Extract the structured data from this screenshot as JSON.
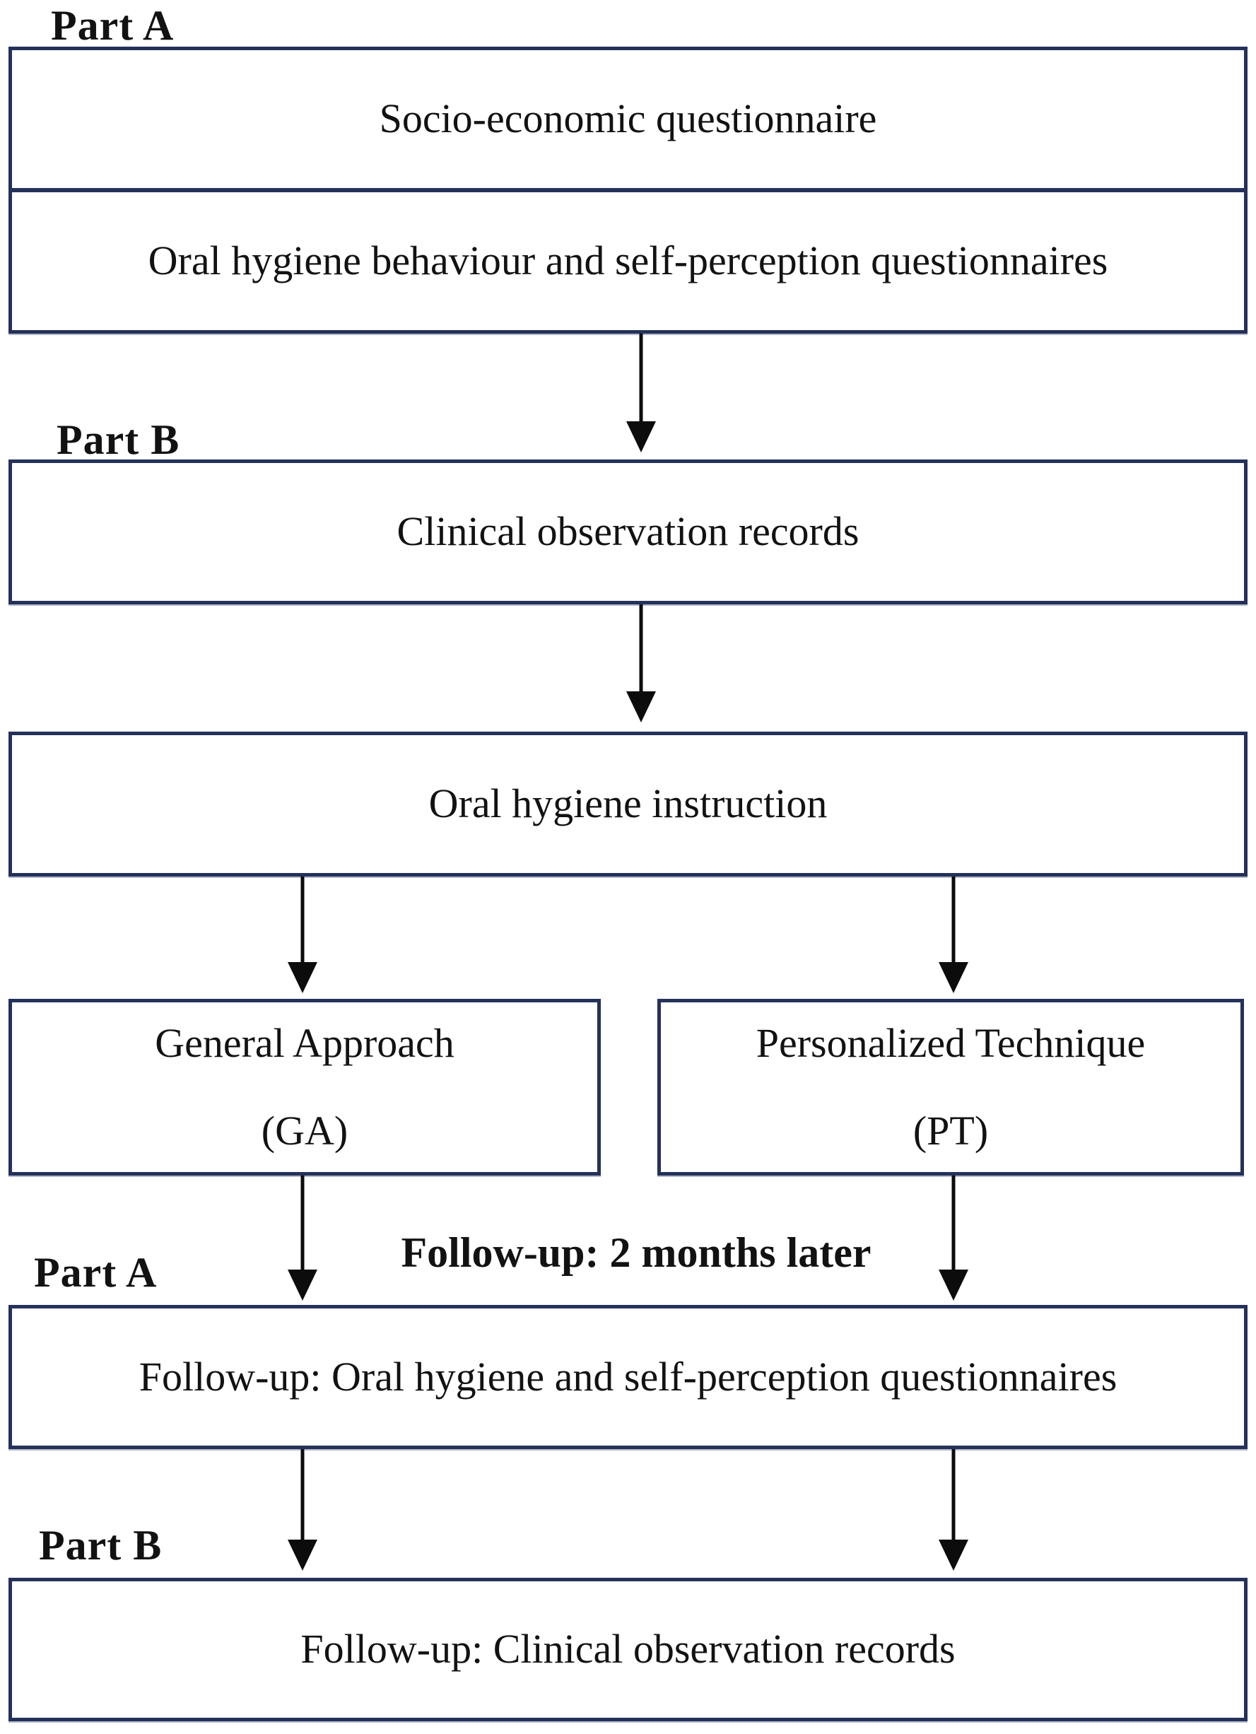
{
  "diagram": {
    "type": "flowchart",
    "border_color": "#24315a",
    "arrow_color": "#0c0c0c",
    "labels": {
      "part_a_top": "Part A",
      "part_b_top": "Part B",
      "part_a_followup": "Part A",
      "part_b_followup": "Part B",
      "followup_note": "Follow-up: 2 months later"
    },
    "boxes": {
      "socio": "Socio-economic questionnaire",
      "behaviour": "Oral hygiene behaviour and self-perception questionnaires",
      "clinical": "Clinical observation records",
      "instruction": "Oral hygiene instruction",
      "ga_line1": "General Approach",
      "ga_line2": "(GA)",
      "pt_line1": "Personalized Technique",
      "pt_line2": "(PT)",
      "followup_a": "Follow-up: Oral hygiene and self-perception questionnaires",
      "followup_b": "Follow-up: Clinical observation records"
    }
  }
}
